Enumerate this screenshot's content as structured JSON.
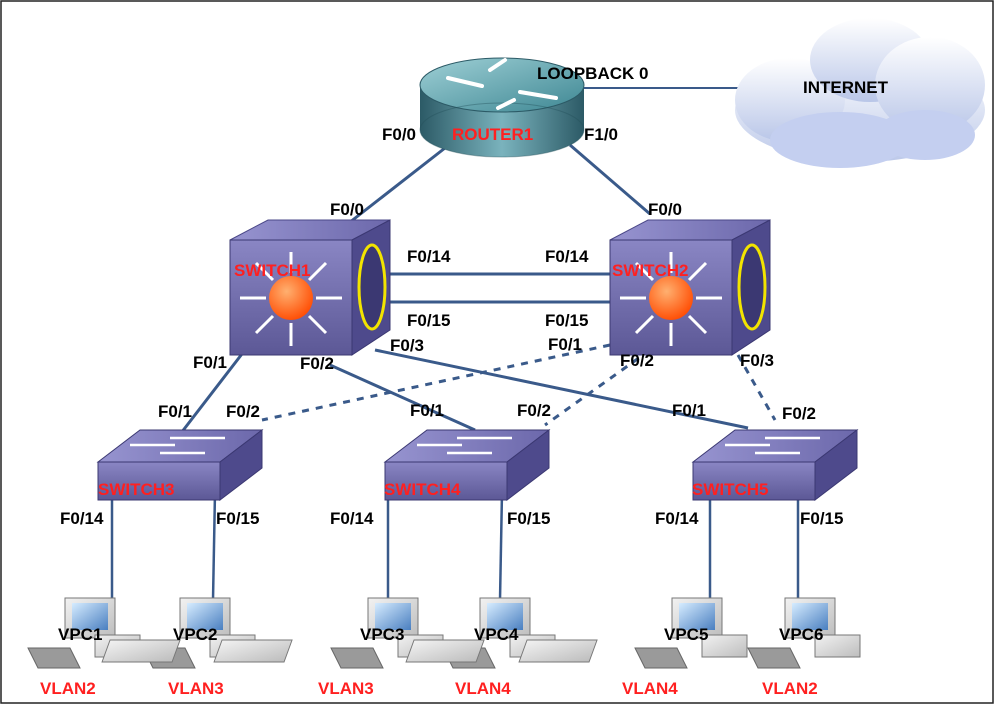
{
  "devices": {
    "router": {
      "name": "ROUTER1",
      "loopback": "LOOPBACK 0",
      "port_left": "F0/0",
      "port_right": "F1/0"
    },
    "internet": {
      "label": "INTERNET"
    },
    "switch1": {
      "name": "SWITCH1",
      "up": "F0/0",
      "p14": "F0/14",
      "p15": "F0/15",
      "p1": "F0/1",
      "p2": "F0/2",
      "p3": "F0/3"
    },
    "switch2": {
      "name": "SWITCH2",
      "up": "F0/0",
      "p14": "F0/14",
      "p15": "F0/15",
      "p1": "F0/1",
      "p2": "F0/2",
      "p3": "F0/3"
    },
    "switch3": {
      "name": "SWITCH3",
      "p1": "F0/1",
      "p2": "F0/2",
      "p14": "F0/14",
      "p15": "F0/15"
    },
    "switch4": {
      "name": "SWITCH4",
      "p1": "F0/1",
      "p2": "F0/2",
      "p14": "F0/14",
      "p15": "F0/15"
    },
    "switch5": {
      "name": "SWITCH5",
      "p1": "F0/1",
      "p2": "F0/2",
      "p14": "F0/14",
      "p15": "F0/15"
    }
  },
  "pcs": [
    {
      "name": "VPC1",
      "vlan": "VLAN2"
    },
    {
      "name": "VPC2",
      "vlan": "VLAN3"
    },
    {
      "name": "VPC3",
      "vlan": "VLAN3"
    },
    {
      "name": "VPC4",
      "vlan": "VLAN4"
    },
    {
      "name": "VPC5",
      "vlan": "VLAN4"
    },
    {
      "name": "VPC6",
      "vlan": "VLAN2"
    }
  ],
  "colors": {
    "link": "#3a5a8a",
    "device_label": "#ff2020",
    "switch_body": "#6e6aa8",
    "router_body": "#3f7f8f"
  }
}
